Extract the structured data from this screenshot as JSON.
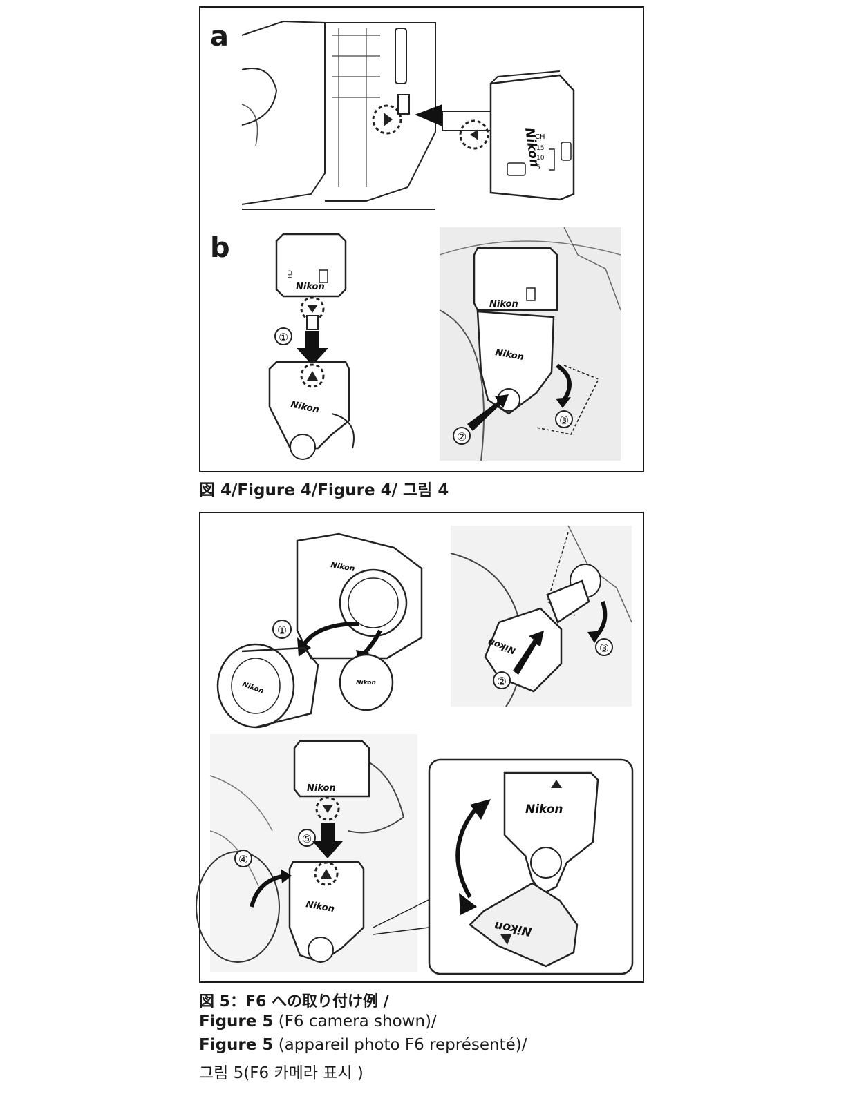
{
  "figure4": {
    "panel_a_label": "a",
    "panel_b_label": "b",
    "brand": "Nikon",
    "channel_label": "CH",
    "channel_values": [
      "15",
      "10",
      "5"
    ],
    "steps": [
      "①",
      "②",
      "③"
    ]
  },
  "figure4_caption": {
    "text": "図 4/Figure 4/Figure 4/ 그림 4"
  },
  "figure5": {
    "brand": "Nikon",
    "steps": [
      "①",
      "②",
      "③",
      "④",
      "⑤"
    ]
  },
  "figure5_caption": {
    "line1": "図 5：F6 への取り付け例 /",
    "line2_bold": "Figure 5",
    "line2_rest": " (F6 camera shown)/",
    "line3_bold": "Figure 5",
    "line3_rest": " (appareil photo F6 représenté)/",
    "line4": "그림 5(F6 카메라 표시 )"
  }
}
